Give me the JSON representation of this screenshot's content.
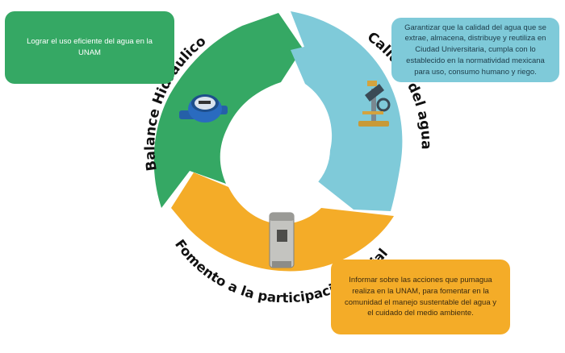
{
  "segments": {
    "balance": {
      "title": "Balance Hidráulico",
      "description": "Lograr el uso eficiente del agua en la UNAM",
      "icon": "water-meter-icon",
      "color": "#35a864"
    },
    "calidad": {
      "title": "Calidad del agua",
      "description": "Garantizar que la calidad del agua que se extrae, almacena, distribuye y reutiliza en Ciudad Universitaria, cumpla con lo establecido en la normatividad mexicana para uso, consumo humano y riego.",
      "icon": "microscope-icon",
      "color": "#7fcad9"
    },
    "fomento": {
      "title": "Fomento a la participación social",
      "description": "Informar sobre las acciones que pumagua realiza en la UNAM, para fomentar en la comunidad el manejo sustentable del agua y el cuidado del medio ambiente.",
      "icon": "water-fountain-icon",
      "color": "#f4ac28"
    }
  }
}
